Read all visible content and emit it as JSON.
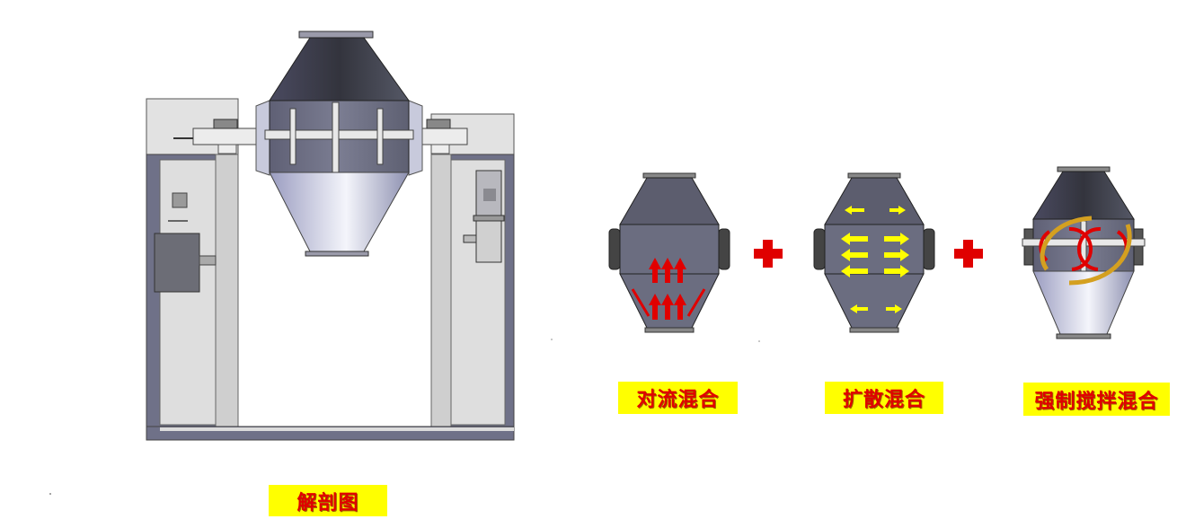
{
  "labels": {
    "section_view": "解剖图",
    "convection_mixing": "对流混合",
    "diffusion_mixing": "扩散混合",
    "forced_stirring_mixing": "强制搅拌混合"
  },
  "colors": {
    "label_bg": "#ffff00",
    "label_text": "#e00000",
    "plus": "#e00000",
    "convection_arrows": "#e00000",
    "diffusion_arrows": "#ffff00",
    "stirring_arrows": "#e00000",
    "rotation_arrows": "#d4a020"
  }
}
